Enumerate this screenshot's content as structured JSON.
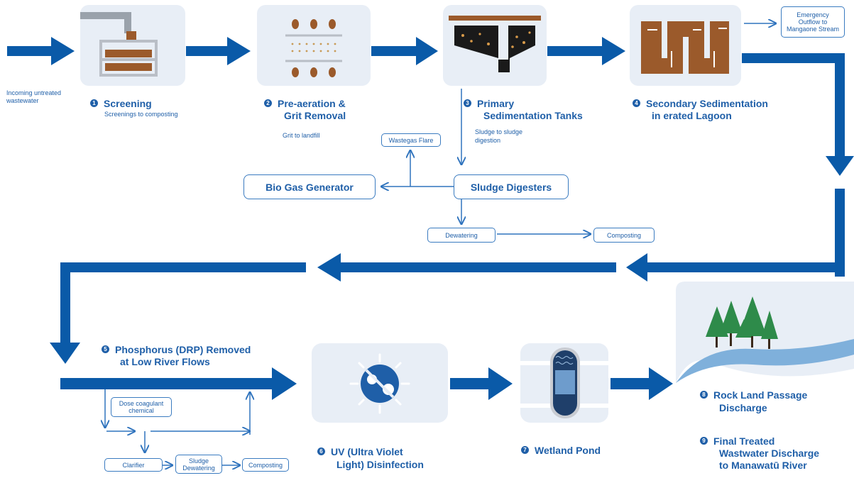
{
  "stages": {
    "incoming": "Incoming untreated wastewater",
    "s1": {
      "num": "1",
      "title": "Screening",
      "note": "Screenings to composting"
    },
    "s2": {
      "num": "2",
      "title_l1": "Pre-aeration &",
      "title_l2": "Grit Removal",
      "note": "Grit to landfill"
    },
    "s3": {
      "num": "3",
      "title_l1": "Primary",
      "title_l2": "Sedimentation Tanks",
      "note_l1": "Sludge to sludge",
      "note_l2": "digestion"
    },
    "s4": {
      "num": "4",
      "title_l1": "Secondary Sedimentation",
      "title_l2": "in erated Lagoon"
    },
    "s5": {
      "num": "5",
      "title_l1": "Phosphorus (DRP) Removed",
      "title_l2": "at Low River Flows"
    },
    "s6": {
      "num": "6",
      "title_l1": "UV (Ultra Violet",
      "title_l2": "Light) Disinfection"
    },
    "s7": {
      "num": "7",
      "title": "Wetland Pond"
    },
    "s8": {
      "num": "8",
      "title_l1": "Rock Land Passage",
      "title_l2": "Discharge"
    },
    "s9": {
      "num": "9",
      "title_l1": "Final Treated",
      "title_l2": "Wastwater Discharge",
      "title_l3": "to Manawatū River"
    }
  },
  "boxes": {
    "emergency_l1": "Emergency",
    "emergency_l2": "Outflow to",
    "emergency_l3": "Mangaone Stream",
    "wastegas": "Wastegas Flare",
    "biogas": "Bio Gas Generator",
    "digesters": "Sludge Digesters",
    "dewatering": "Dewatering",
    "composting_top": "Composting",
    "dose_l1": "Dose coagulant",
    "dose_l2": "chemical",
    "clarifier": "Clarifier",
    "sludge_dew_l1": "Sludge",
    "sludge_dew_l2": "Dewatering",
    "composting_bottom": "Composting"
  },
  "colors": {
    "flow_blue": "#0a5aa8",
    "text_blue": "#1f5fa8",
    "tile_bg": "#e8eef6",
    "sludge_brown": "#9b5a2b",
    "tree_green": "#2e8b4a"
  }
}
